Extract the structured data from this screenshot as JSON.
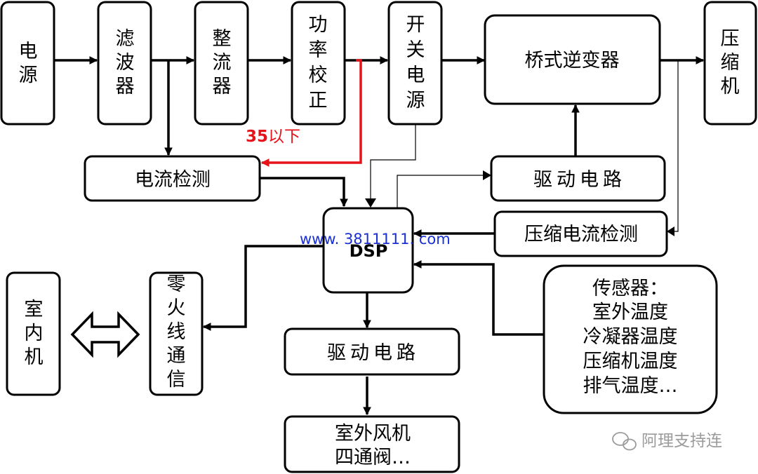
{
  "blocks": {
    "power_source": [
      "电",
      "源"
    ],
    "filter": [
      "滤",
      "波",
      "器"
    ],
    "rectifier": [
      "整",
      "流",
      "器"
    ],
    "pfc": [
      "功",
      "率",
      "校",
      "正"
    ],
    "switch_power": [
      "开",
      "关",
      "电",
      "源"
    ],
    "bridge_inverter": "桥式逆变器",
    "compressor": [
      "压",
      "缩",
      "机"
    ],
    "current_detect": "电流检测",
    "drive_circuit_top": "驱动电路",
    "compressor_current_detect": "压缩电流检测",
    "dsp": "DSP",
    "indoor_unit": [
      "室",
      "内",
      "机"
    ],
    "neutral_live_comm": [
      "零",
      "火",
      "线",
      "通",
      "信"
    ],
    "drive_circuit_bottom": "驱动电路",
    "outdoor_fan": [
      "室外风机",
      "四通阀…"
    ],
    "sensors": [
      "传感器：",
      "室外温度",
      "冷凝器温度",
      "压缩机温度",
      "排气温度…"
    ]
  },
  "annotation": {
    "value": "35",
    "suffix": "以下",
    "color": "#e5141b"
  },
  "overlay_url": "www. 3811111. com",
  "watermark": "阿理支持连",
  "colors": {
    "line": "#000000",
    "feedback": "#e5141b",
    "url": "#1a2fd6",
    "watermark": "#9b9b9b"
  }
}
